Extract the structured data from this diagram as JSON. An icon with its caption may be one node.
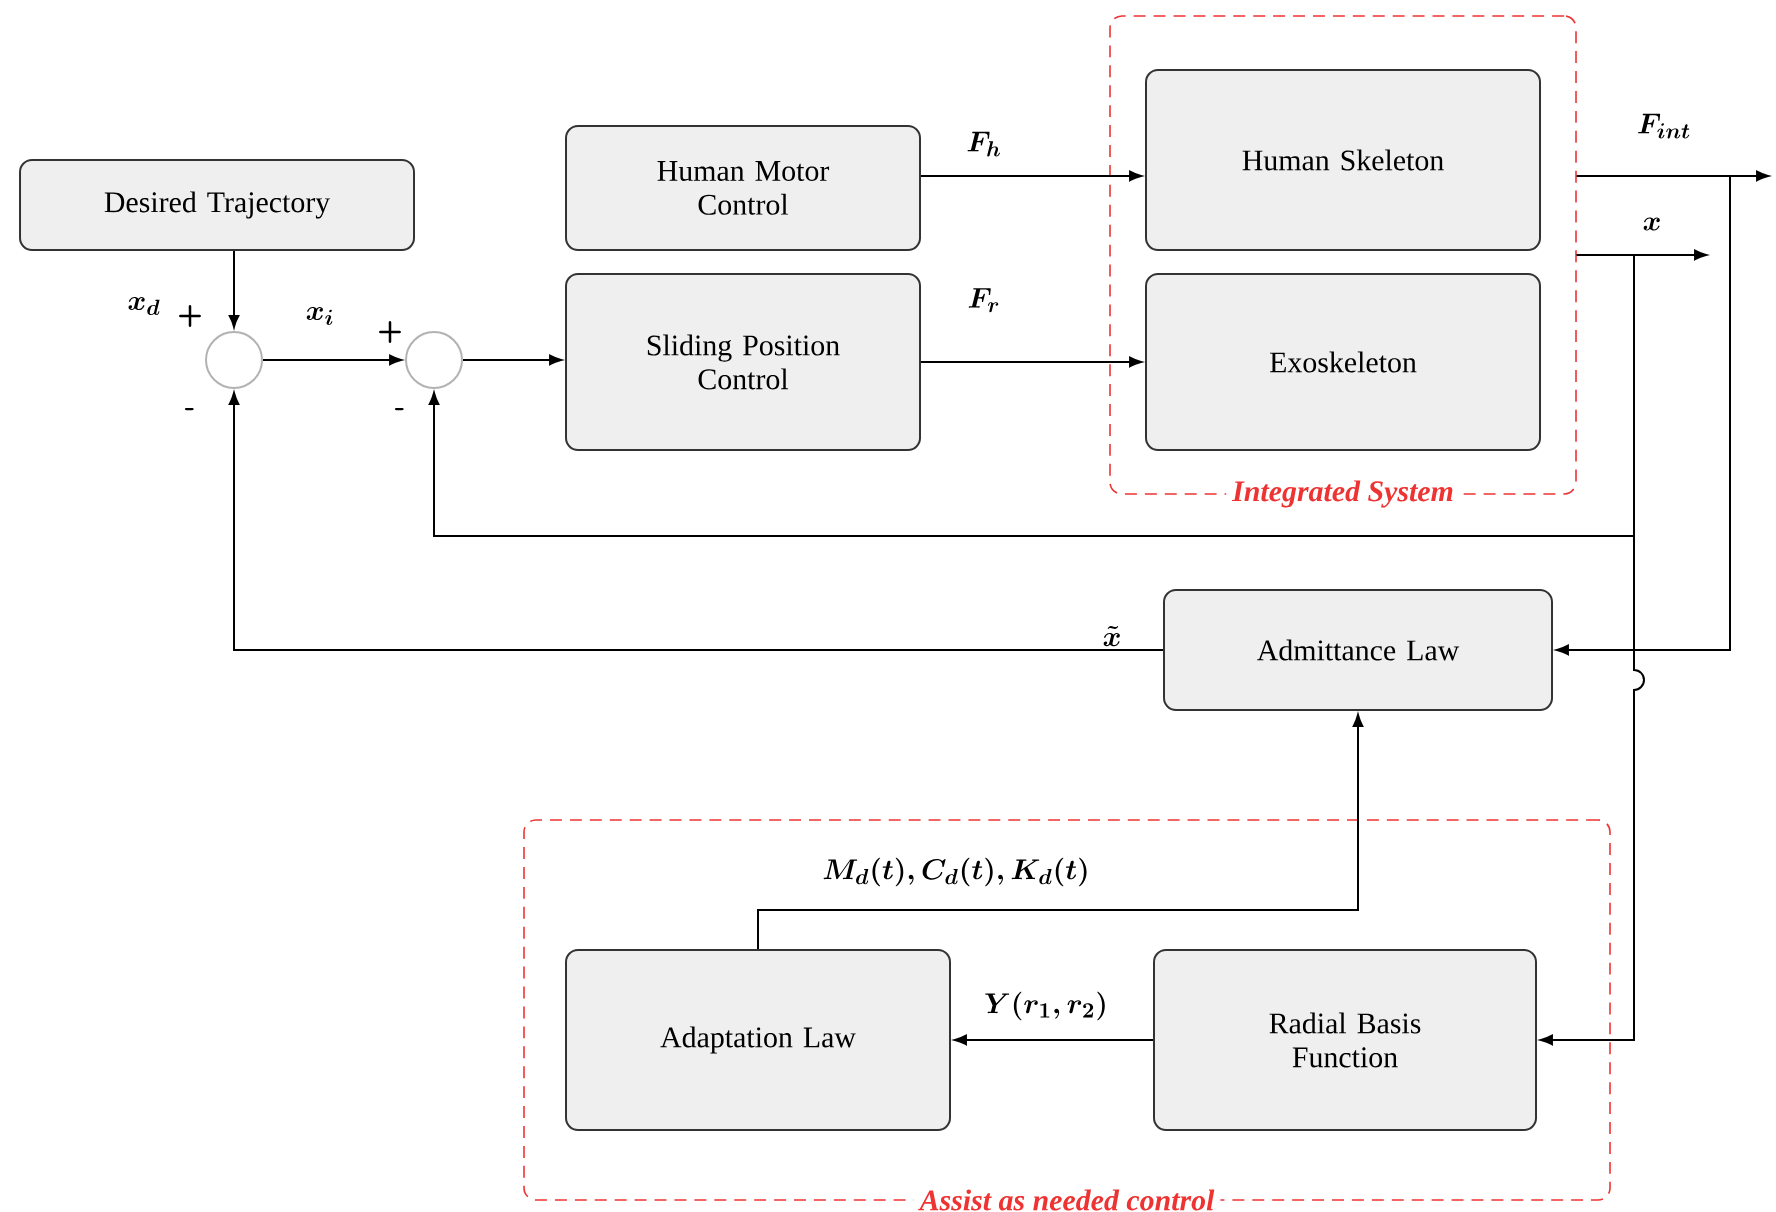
{
  "diagram": {
    "nodes": [
      {
        "text": [
          "Desired Trajectory"
        ]
      },
      {
        "text": [],
        "shape": "circle"
      },
      {
        "text": [],
        "shape": "circle"
      },
      {
        "text": [
          "Human Motor Control"
        ]
      },
      {
        "text": [
          "Sliding Position Control"
        ]
      },
      {
        "text": [
          "Integrated System"
        ]
      },
      {
        "text": [
          "Human Skeleton"
        ],
        "in": 5
      },
      {
        "text": [
          "Exoskeleton"
        ],
        "in": 5
      },
      {
        "text": [
          "Admittance Law"
        ]
      },
      {
        "text": [
          "Assist as needed control"
        ]
      },
      {
        "text": [
          "Adaptation Law"
        ],
        "in": 9
      },
      {
        "text": [
          "Radial Basis Function"
        ],
        "in": 9
      }
    ],
    "edges": [
      {
        "from": 0,
        "to": 1,
        "arrow": "to",
        "label": "x_{d}"
      },
      {
        "from": 1,
        "to": 2,
        "arrow": "to",
        "label": "x_{i}"
      },
      {
        "from": 2,
        "to": 4,
        "arrow": "to"
      },
      {
        "from": 3,
        "to": 6,
        "arrow": "to",
        "label": "F_{h}"
      },
      {
        "from": 4,
        "to": 7,
        "arrow": "to",
        "label": "F_{r}"
      },
      {
        "from": 5,
        "to": null,
        "arrow": "to",
        "label": "F_{int}"
      },
      {
        "from": 5,
        "to": null,
        "arrow": "to",
        "label": "x"
      },
      {
        "from": 5,
        "to": 2,
        "arrow": "to"
      },
      {
        "from": 5,
        "to": 11,
        "arrow": "to"
      },
      {
        "from": 5,
        "to": 8,
        "arrow": "to"
      },
      {
        "from": 8,
        "to": 1,
        "arrow": "to",
        "label": "\\tilde{x}"
      },
      {
        "from": 11,
        "to": 10,
        "arrow": "to",
        "label": "Y(r_{1},r_{2})"
      },
      {
        "from": 10,
        "to": 8,
        "arrow": "to",
        "label": "M_{d}(t),C_{d}(t),K_{d}(t)"
      }
    ],
    "labels": [
      "+",
      "-",
      "+",
      "-"
    ]
  }
}
